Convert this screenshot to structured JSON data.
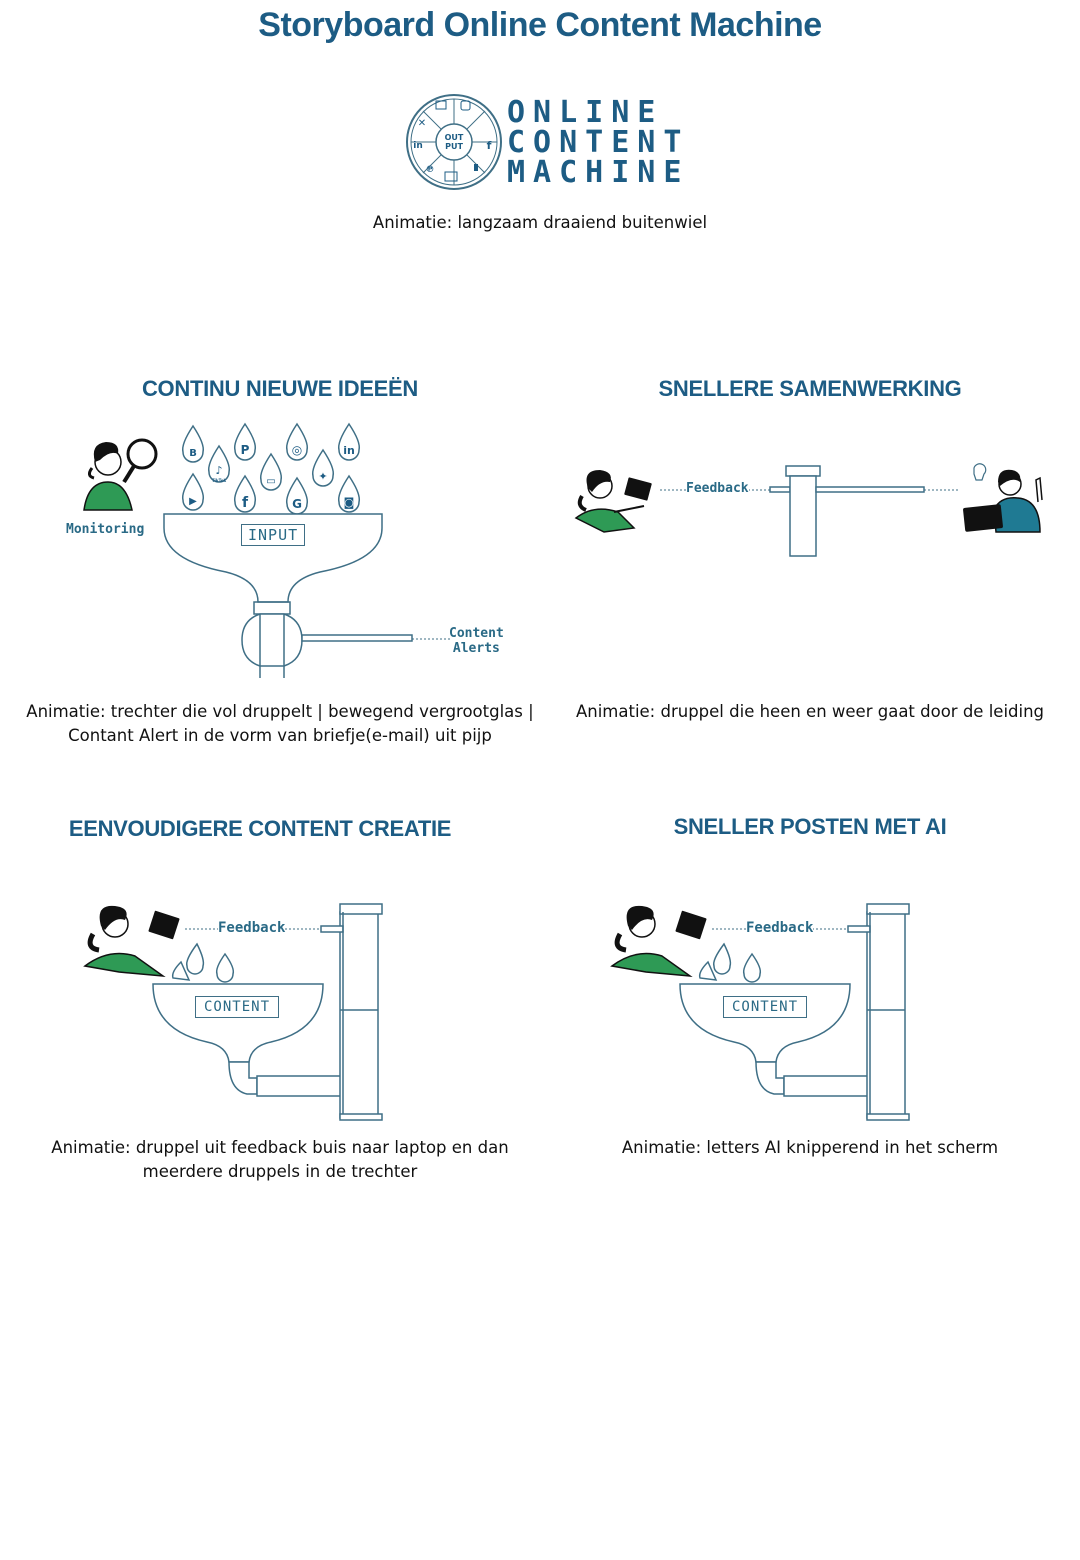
{
  "page": {
    "title": "Storyboard Online Content Machine"
  },
  "logo": {
    "line1": "ONLINE",
    "line2": "CONTENT",
    "line3": "MACHINE",
    "center_top": "OUT",
    "center_bottom": "PUT",
    "icons": [
      "x-icon",
      "linkedin-icon",
      "pinterest-icon",
      "newsletter-icon",
      "instagram-icon",
      "facebook-icon",
      "chart-icon",
      "web-icon"
    ]
  },
  "intro_caption": "Animatie: langzaam draaiend buitenwiel",
  "sections": {
    "ideas": {
      "heading": "CONTINU NIEUWE IDEEËN",
      "monitoring": "Monitoring",
      "input": "INPUT",
      "alerts_line1": "Content",
      "alerts_line2": "Alerts",
      "tiktok": "TikTok",
      "caption_line1": "Animatie: trechter die vol druppelt | bewegend vergrootglas |",
      "caption_line2": "Contant Alert in de vorm van briefje(e-mail)  uit pijp"
    },
    "collab": {
      "heading": "SNELLERE SAMENWERKING",
      "feedback": "Feedback",
      "caption": "Animatie: druppel die heen en weer gaat door de leiding"
    },
    "creation": {
      "heading": "EENVOUDIGERE CONTENT CREATIE",
      "feedback": "Feedback",
      "content": "CONTENT",
      "caption_line1": "Animatie: druppel uit feedback buis naar laptop en dan",
      "caption_line2": "meerdere druppels in de trechter"
    },
    "ai": {
      "heading": "SNELLER POSTEN MET AI",
      "feedback": "Feedback",
      "content": "CONTENT",
      "caption": "Animatie: letters AI knipperend in het scherm"
    }
  },
  "colors": {
    "brand_blue": "#1d5c84",
    "line": "#3f6f86",
    "green": "#2e9a55",
    "teal": "#1f7a93"
  }
}
